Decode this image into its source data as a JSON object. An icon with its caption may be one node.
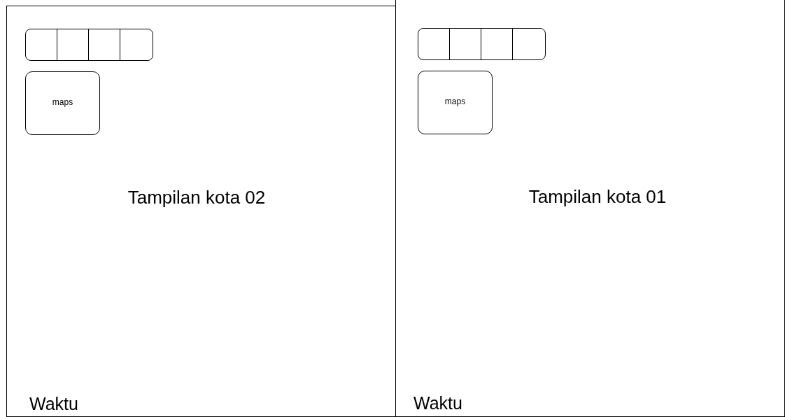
{
  "diagram": {
    "nodes": [
      {
        "text": [
          "Tampilan kota 02",
          "Waktu"
        ]
      },
      {
        "text": [],
        "shape": "box",
        "in": 0
      },
      {
        "text": [],
        "shape": "box",
        "in": 0
      },
      {
        "text": [],
        "shape": "box",
        "in": 0
      },
      {
        "text": [],
        "shape": "box",
        "in": 0
      },
      {
        "text": [
          "maps"
        ],
        "in": 0
      },
      {
        "text": [
          "Tampilan kota 01",
          "Waktu"
        ]
      },
      {
        "text": [],
        "shape": "box",
        "in": 6
      },
      {
        "text": [],
        "shape": "box",
        "in": 6
      },
      {
        "text": [],
        "shape": "box",
        "in": 6
      },
      {
        "text": [],
        "shape": "box",
        "in": 6
      },
      {
        "text": [
          "maps"
        ],
        "in": 6
      }
    ]
  }
}
